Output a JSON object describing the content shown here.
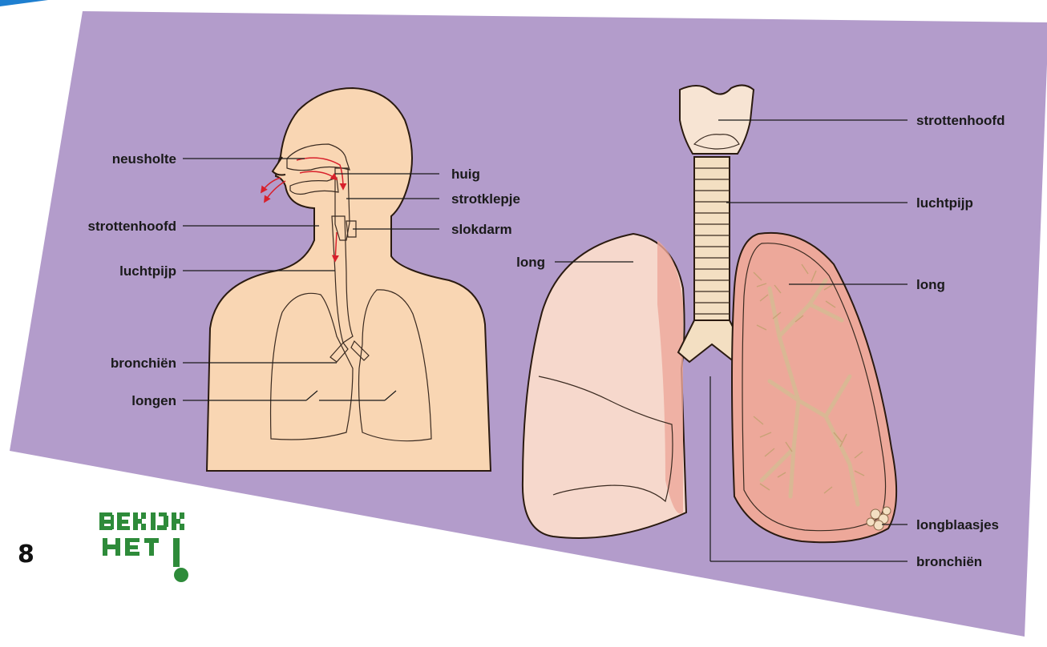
{
  "page_number": "8",
  "stamp_text": "BEKIJK HET!",
  "colors": {
    "background_panel": "#b39ccb",
    "skin": "#f9d6b3",
    "lung_white": "#f5f5f5",
    "lung_pink": "#f6d8cc",
    "lung_outline_pink": "#eda89a",
    "trachea": "#f3dfc2",
    "stamp_green": "#2e8b3a",
    "arrow_red": "#d8202b"
  },
  "left_diagram": {
    "labels": {
      "nasal_cavity": "neusholte",
      "uvula": "huig",
      "epiglottis": "strotklepje",
      "larynx": "strottenhoofd",
      "esophagus": "slokdarm",
      "trachea": "luchtpijp",
      "bronchi": "bronchiën",
      "lungs": "longen"
    }
  },
  "right_diagram": {
    "labels": {
      "larynx": "strottenhoofd",
      "trachea": "luchtpijp",
      "lung_left": "long",
      "lung_right": "long",
      "alveoli": "longblaasjes",
      "bronchi": "bronchiën"
    }
  }
}
